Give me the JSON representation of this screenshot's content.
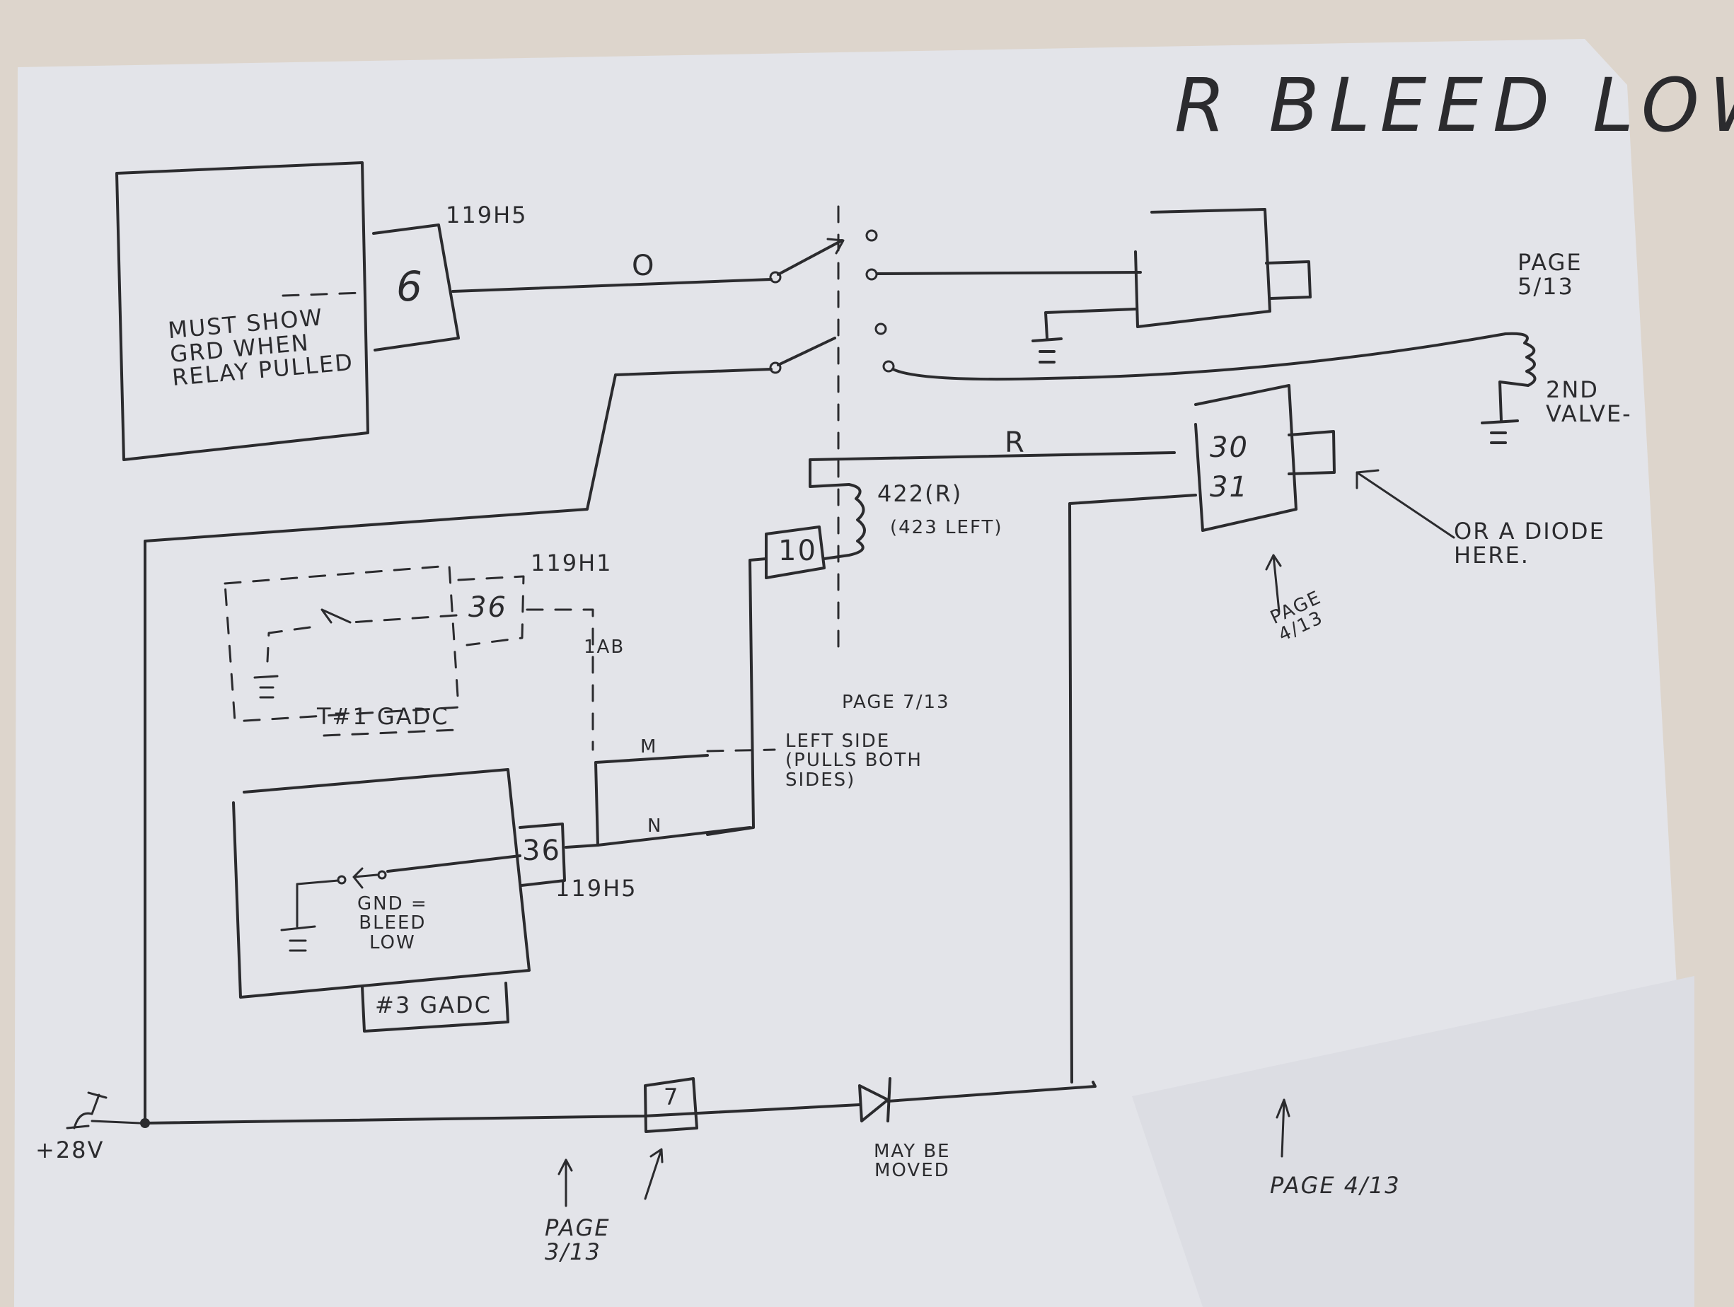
{
  "title": "R BLEED LOW",
  "colors": {
    "background": "#ddd5cc",
    "paper": "#e3e4e9",
    "ink": "#2b2b2e"
  },
  "components": {
    "top_left_box": {
      "note": "MUST SHOW\nGRD WHEN\nRELAY PULLED",
      "pin": "6",
      "connector": "119H5"
    },
    "relay": {
      "wire_label": "O",
      "coil_label": "422(R)",
      "coil_alt_label": "(423 LEFT)",
      "pin_box": "10"
    },
    "second_valve": {
      "label": "2ND\nVALVE-",
      "page_ref": "PAGE\n5/13"
    },
    "r_wire": {
      "label": "R"
    },
    "connector_30_31": {
      "pins": [
        "30",
        "31"
      ],
      "page_ref": "PAGE\n4/13",
      "note": "OR A DIODE\nHERE."
    },
    "gadc1": {
      "label": "T#1 GADC",
      "pin": "36",
      "connector": "119H1",
      "wire": "1AB"
    },
    "gadc3": {
      "label": "#3 GADC",
      "pin": "36",
      "connector": "119H5",
      "note": "GND =\nBLEED\nLOW"
    },
    "mn_loop": {
      "m_label": "M",
      "n_label": "N",
      "page_ref": "PAGE 7/13",
      "note": "LEFT SIDE\n(PULLS BOTH\nSIDES)"
    },
    "power": {
      "label": "+28V",
      "pin_box": "7",
      "page_ref_left": "PAGE\n3/13",
      "diode_note": "MAY BE\nMOVED",
      "page_ref_right": "PAGE 4/13"
    }
  }
}
